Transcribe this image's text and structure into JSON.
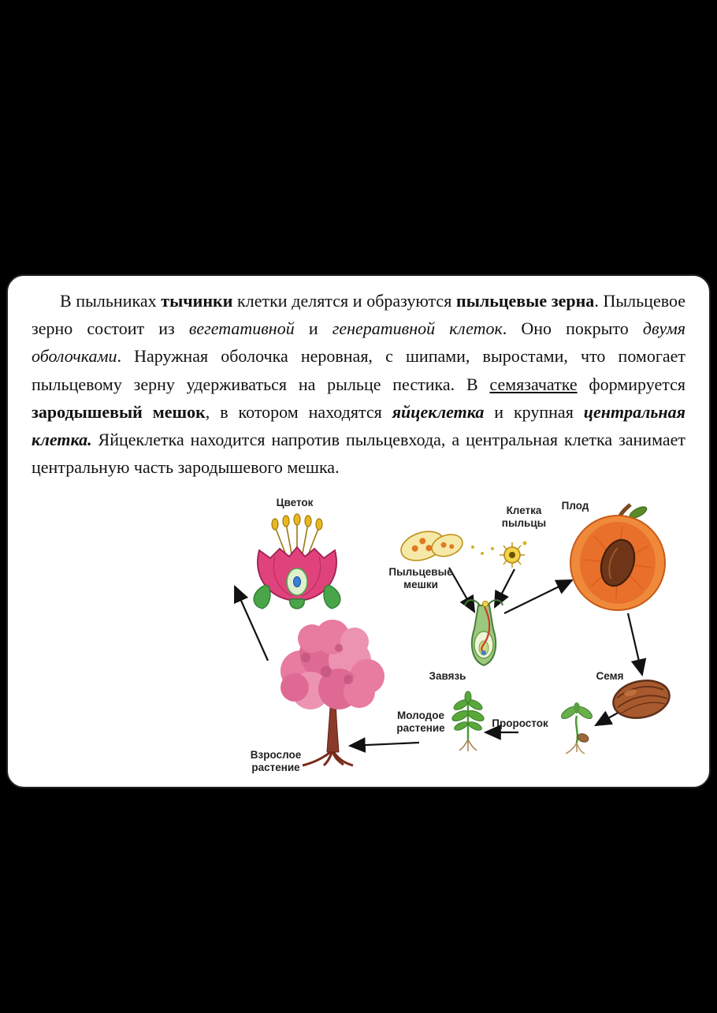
{
  "page": {
    "background": "#000000"
  },
  "card": {
    "background": "#ffffff",
    "border_color": "#222222"
  },
  "paragraph": {
    "segments": [
      {
        "text": "В пыльниках ",
        "style": "normal"
      },
      {
        "text": "тычинки",
        "style": "bold"
      },
      {
        "text": " клетки делятся и образуются ",
        "style": "normal"
      },
      {
        "text": "пыльцевые зерна",
        "style": "bold"
      },
      {
        "text": ". Пыльцевое зерно состоит из ",
        "style": "normal"
      },
      {
        "text": "вегетативной",
        "style": "italic"
      },
      {
        "text": " и ",
        "style": "normal"
      },
      {
        "text": "генеративной клеток",
        "style": "italic"
      },
      {
        "text": ". Оно покрыто ",
        "style": "normal"
      },
      {
        "text": "двумя оболочками",
        "style": "italic"
      },
      {
        "text": ". Наружная оболочка неровная, с шипами, выростами, что помогает пыльцевому зерну удерживаться на рыльце пестика. В ",
        "style": "normal"
      },
      {
        "text": "семязачатке",
        "style": "underline"
      },
      {
        "text": " формируется ",
        "style": "normal"
      },
      {
        "text": "зародышевый мешок",
        "style": "bold"
      },
      {
        "text": ", в котором находятся ",
        "style": "normal"
      },
      {
        "text": "яйцеклетка",
        "style": "bold-italic"
      },
      {
        "text": " и крупная ",
        "style": "normal"
      },
      {
        "text": "центральная клетка.",
        "style": "bold-italic"
      },
      {
        "text": " Яйцеклетка находится напротив пыльцевхода, а центральная клетка занимает центральную часть зародышевого мешка.",
        "style": "normal"
      }
    ]
  },
  "diagram": {
    "labels": {
      "flower": "Цветок",
      "pollen_cell": "Клетка\nпыльцы",
      "fruit": "Плод",
      "pollen_sacs": "Пыльцевые\nмешки",
      "ovary": "Завязь",
      "seed": "Семя",
      "young_plant": "Молодое\nрастение",
      "seedling": "Проросток",
      "adult_plant": "Взрослое\nрастение"
    },
    "colors": {
      "flower_pink": "#e0437c",
      "leaf_green": "#4aa54a",
      "pollen_yellow": "#f0d44a",
      "fruit_orange": "#ef8a3a",
      "seed_brown": "#a85a2e",
      "blossom_pink": "#e87ba0",
      "arrow_black": "#111111"
    }
  }
}
